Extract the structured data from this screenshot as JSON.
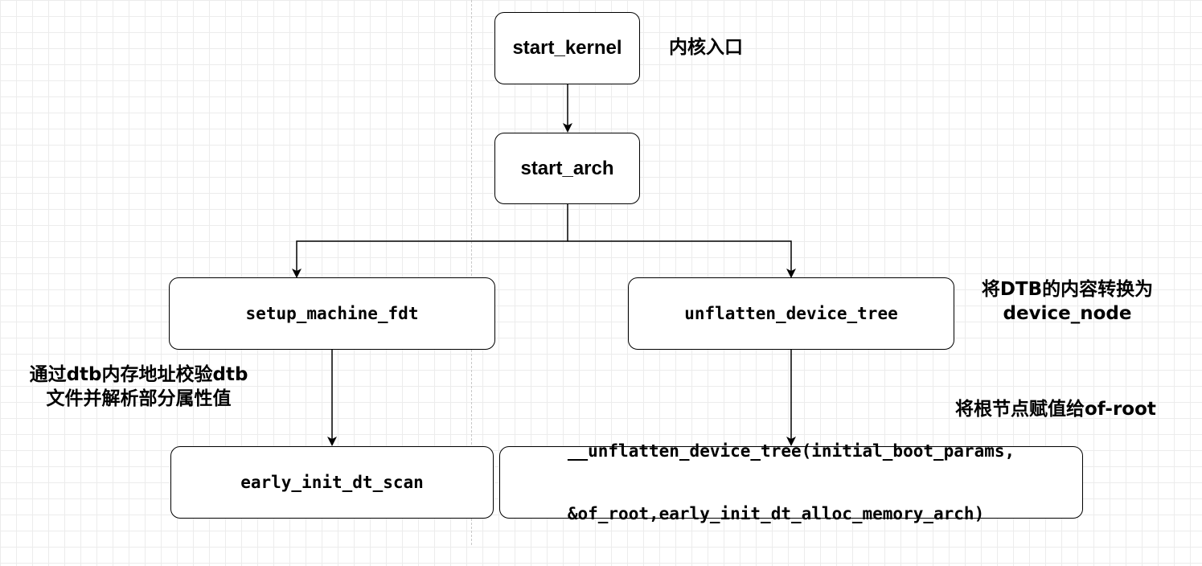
{
  "nodes": {
    "start_kernel": "start_kernel",
    "start_arch": "start_arch",
    "setup_machine_fdt": "setup_machine_fdt",
    "unflatten_device_tree": "unflatten_device_tree",
    "early_init_dt_scan": "early_init_dt_scan",
    "unflatten_call": {
      "line1": "__unflatten_device_tree(initial_boot_params,",
      "line2": "&of_root,early_init_dt_alloc_memory_arch)"
    }
  },
  "annotations": {
    "kernel_entry": "内核入口",
    "dtb_convert": {
      "line1": "将DTB的内容转换为",
      "line2": "device_node"
    },
    "dtb_validate": {
      "line1": "通过dtb内存地址校验dtb",
      "line2": "文件并解析部分属性值"
    },
    "root_assign": "将根节点赋值给of-root"
  }
}
